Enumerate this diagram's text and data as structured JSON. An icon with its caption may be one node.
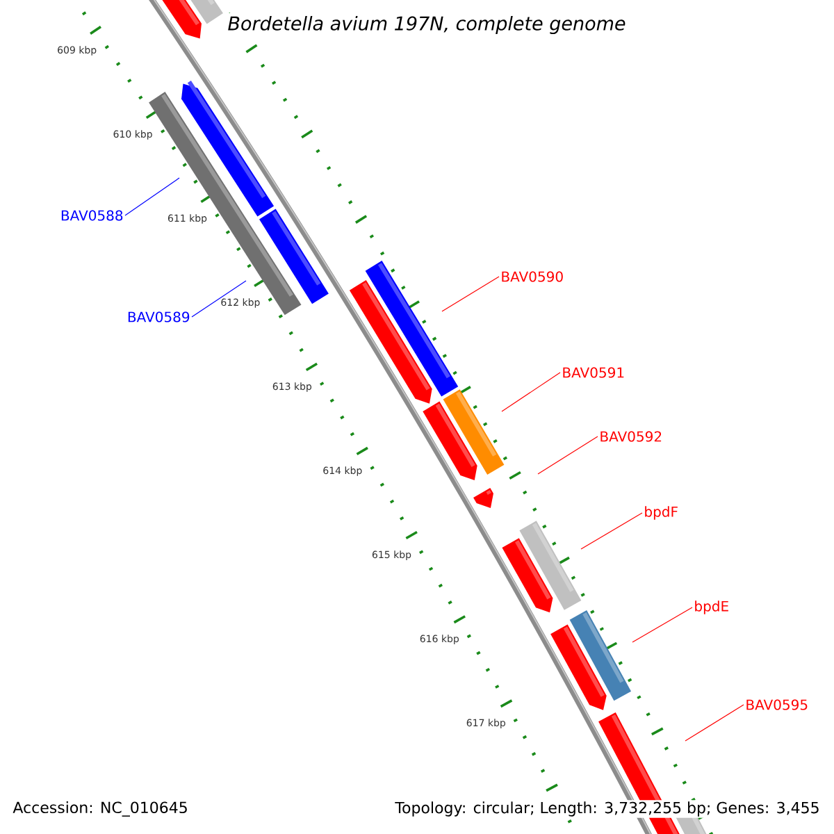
{
  "diagram": {
    "title": "Bordetella avium 197N, complete genome",
    "nodes": [
      {
        "text": [
          "BAV0588"
        ]
      },
      {
        "text": [
          "BAV0589"
        ]
      },
      {
        "text": [
          "BAV0590"
        ]
      },
      {
        "text": [
          "BAV0591"
        ]
      },
      {
        "text": [
          "BAV0592"
        ]
      },
      {
        "text": [
          "bpdF"
        ]
      },
      {
        "text": [
          "bpdE"
        ]
      },
      {
        "text": [
          "BAV0595"
        ]
      }
    ],
    "edges": [
      {
        "from": 0,
        "to": null,
        "arrow": "none",
        "color": "#0000ff"
      },
      {
        "from": 1,
        "to": null,
        "arrow": "none",
        "color": "#0000ff"
      },
      {
        "from": 2,
        "to": null,
        "arrow": "none"
      },
      {
        "from": 3,
        "to": null,
        "arrow": "none"
      },
      {
        "from": 4,
        "to": null,
        "arrow": "none"
      },
      {
        "from": 5,
        "to": null,
        "arrow": "none"
      },
      {
        "from": 6,
        "to": null,
        "arrow": "none"
      },
      {
        "from": 7,
        "to": null,
        "arrow": "none"
      }
    ],
    "labels": [
      "609 kbp",
      "610 kbp",
      "611 kbp",
      "612 kbp",
      "613 kbp",
      "614 kbp",
      "615 kbp",
      "616 kbp",
      "617 kbp",
      "Accession: NC_010645",
      "Topology: circular; Length: 3,732,255 bp; Genes: 3,455"
    ]
  }
}
